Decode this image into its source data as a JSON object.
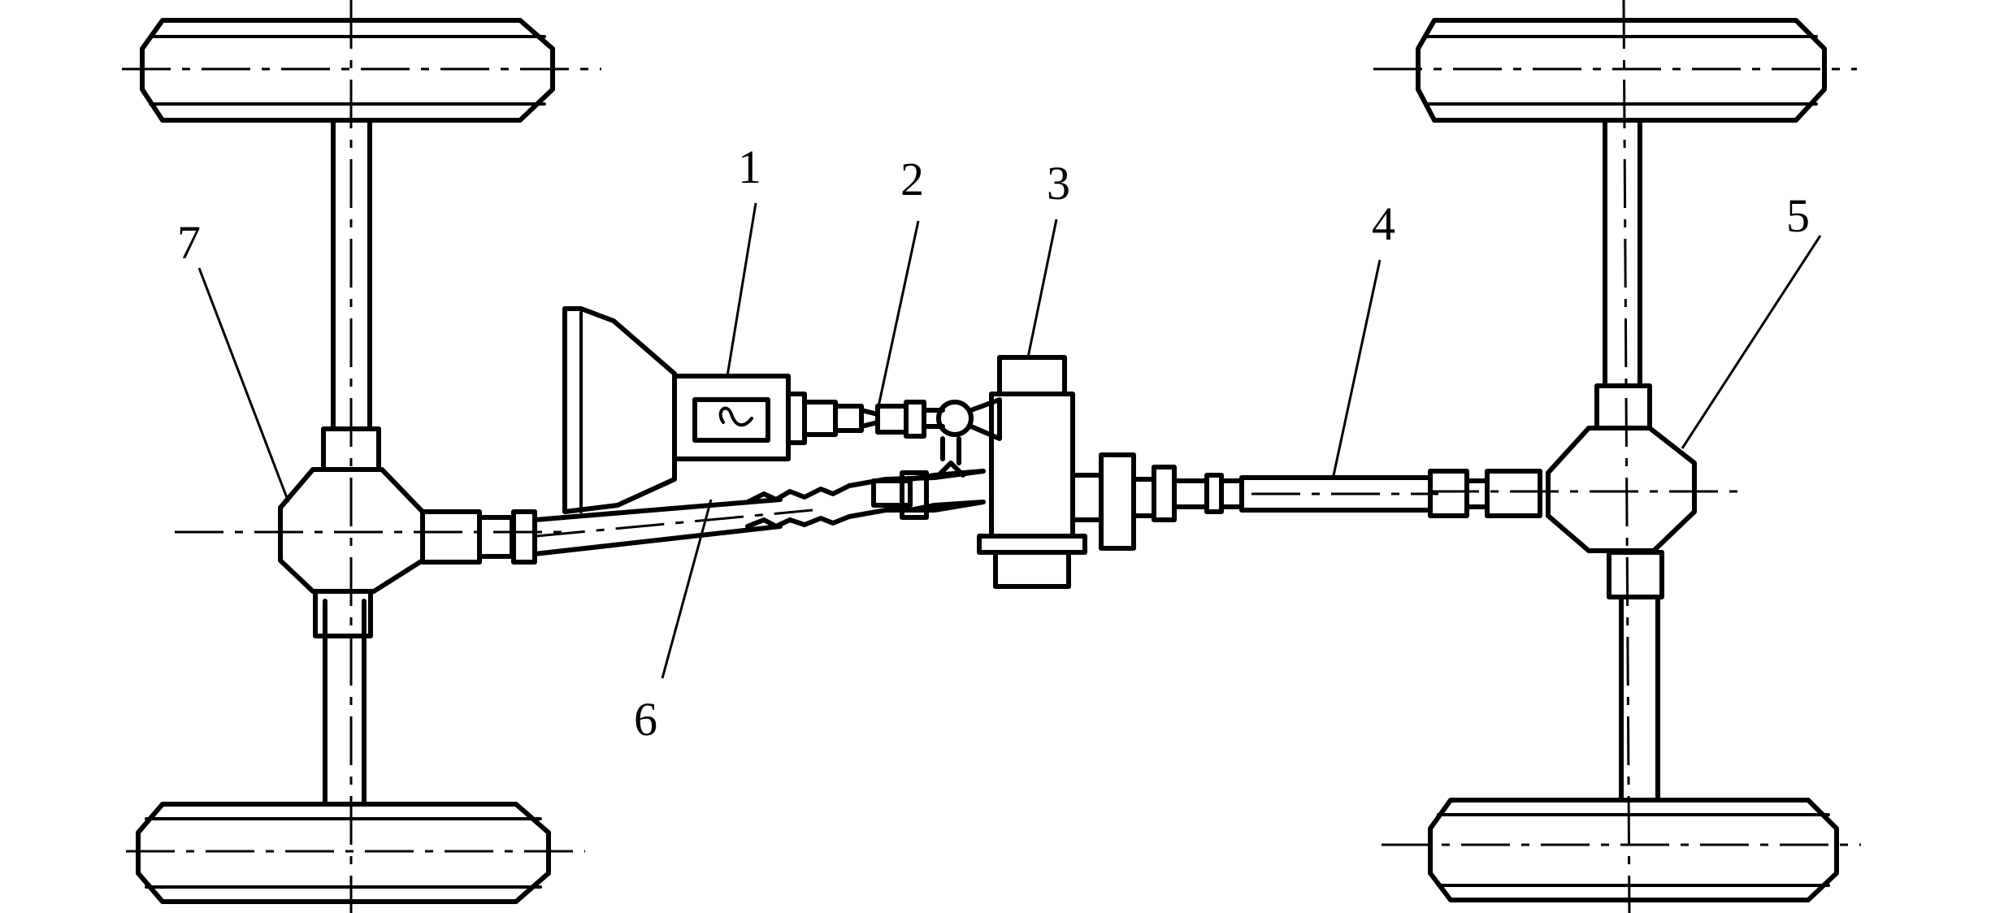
{
  "diagram": {
    "callouts": [
      {
        "id": "1",
        "text": "1"
      },
      {
        "id": "2",
        "text": "2"
      },
      {
        "id": "3",
        "text": "3"
      },
      {
        "id": "4",
        "text": "4"
      },
      {
        "id": "5",
        "text": "5"
      },
      {
        "id": "6",
        "text": "6"
      },
      {
        "id": "7",
        "text": "7"
      }
    ]
  },
  "colors": {
    "ink": "#000000",
    "background": "#ffffff"
  }
}
